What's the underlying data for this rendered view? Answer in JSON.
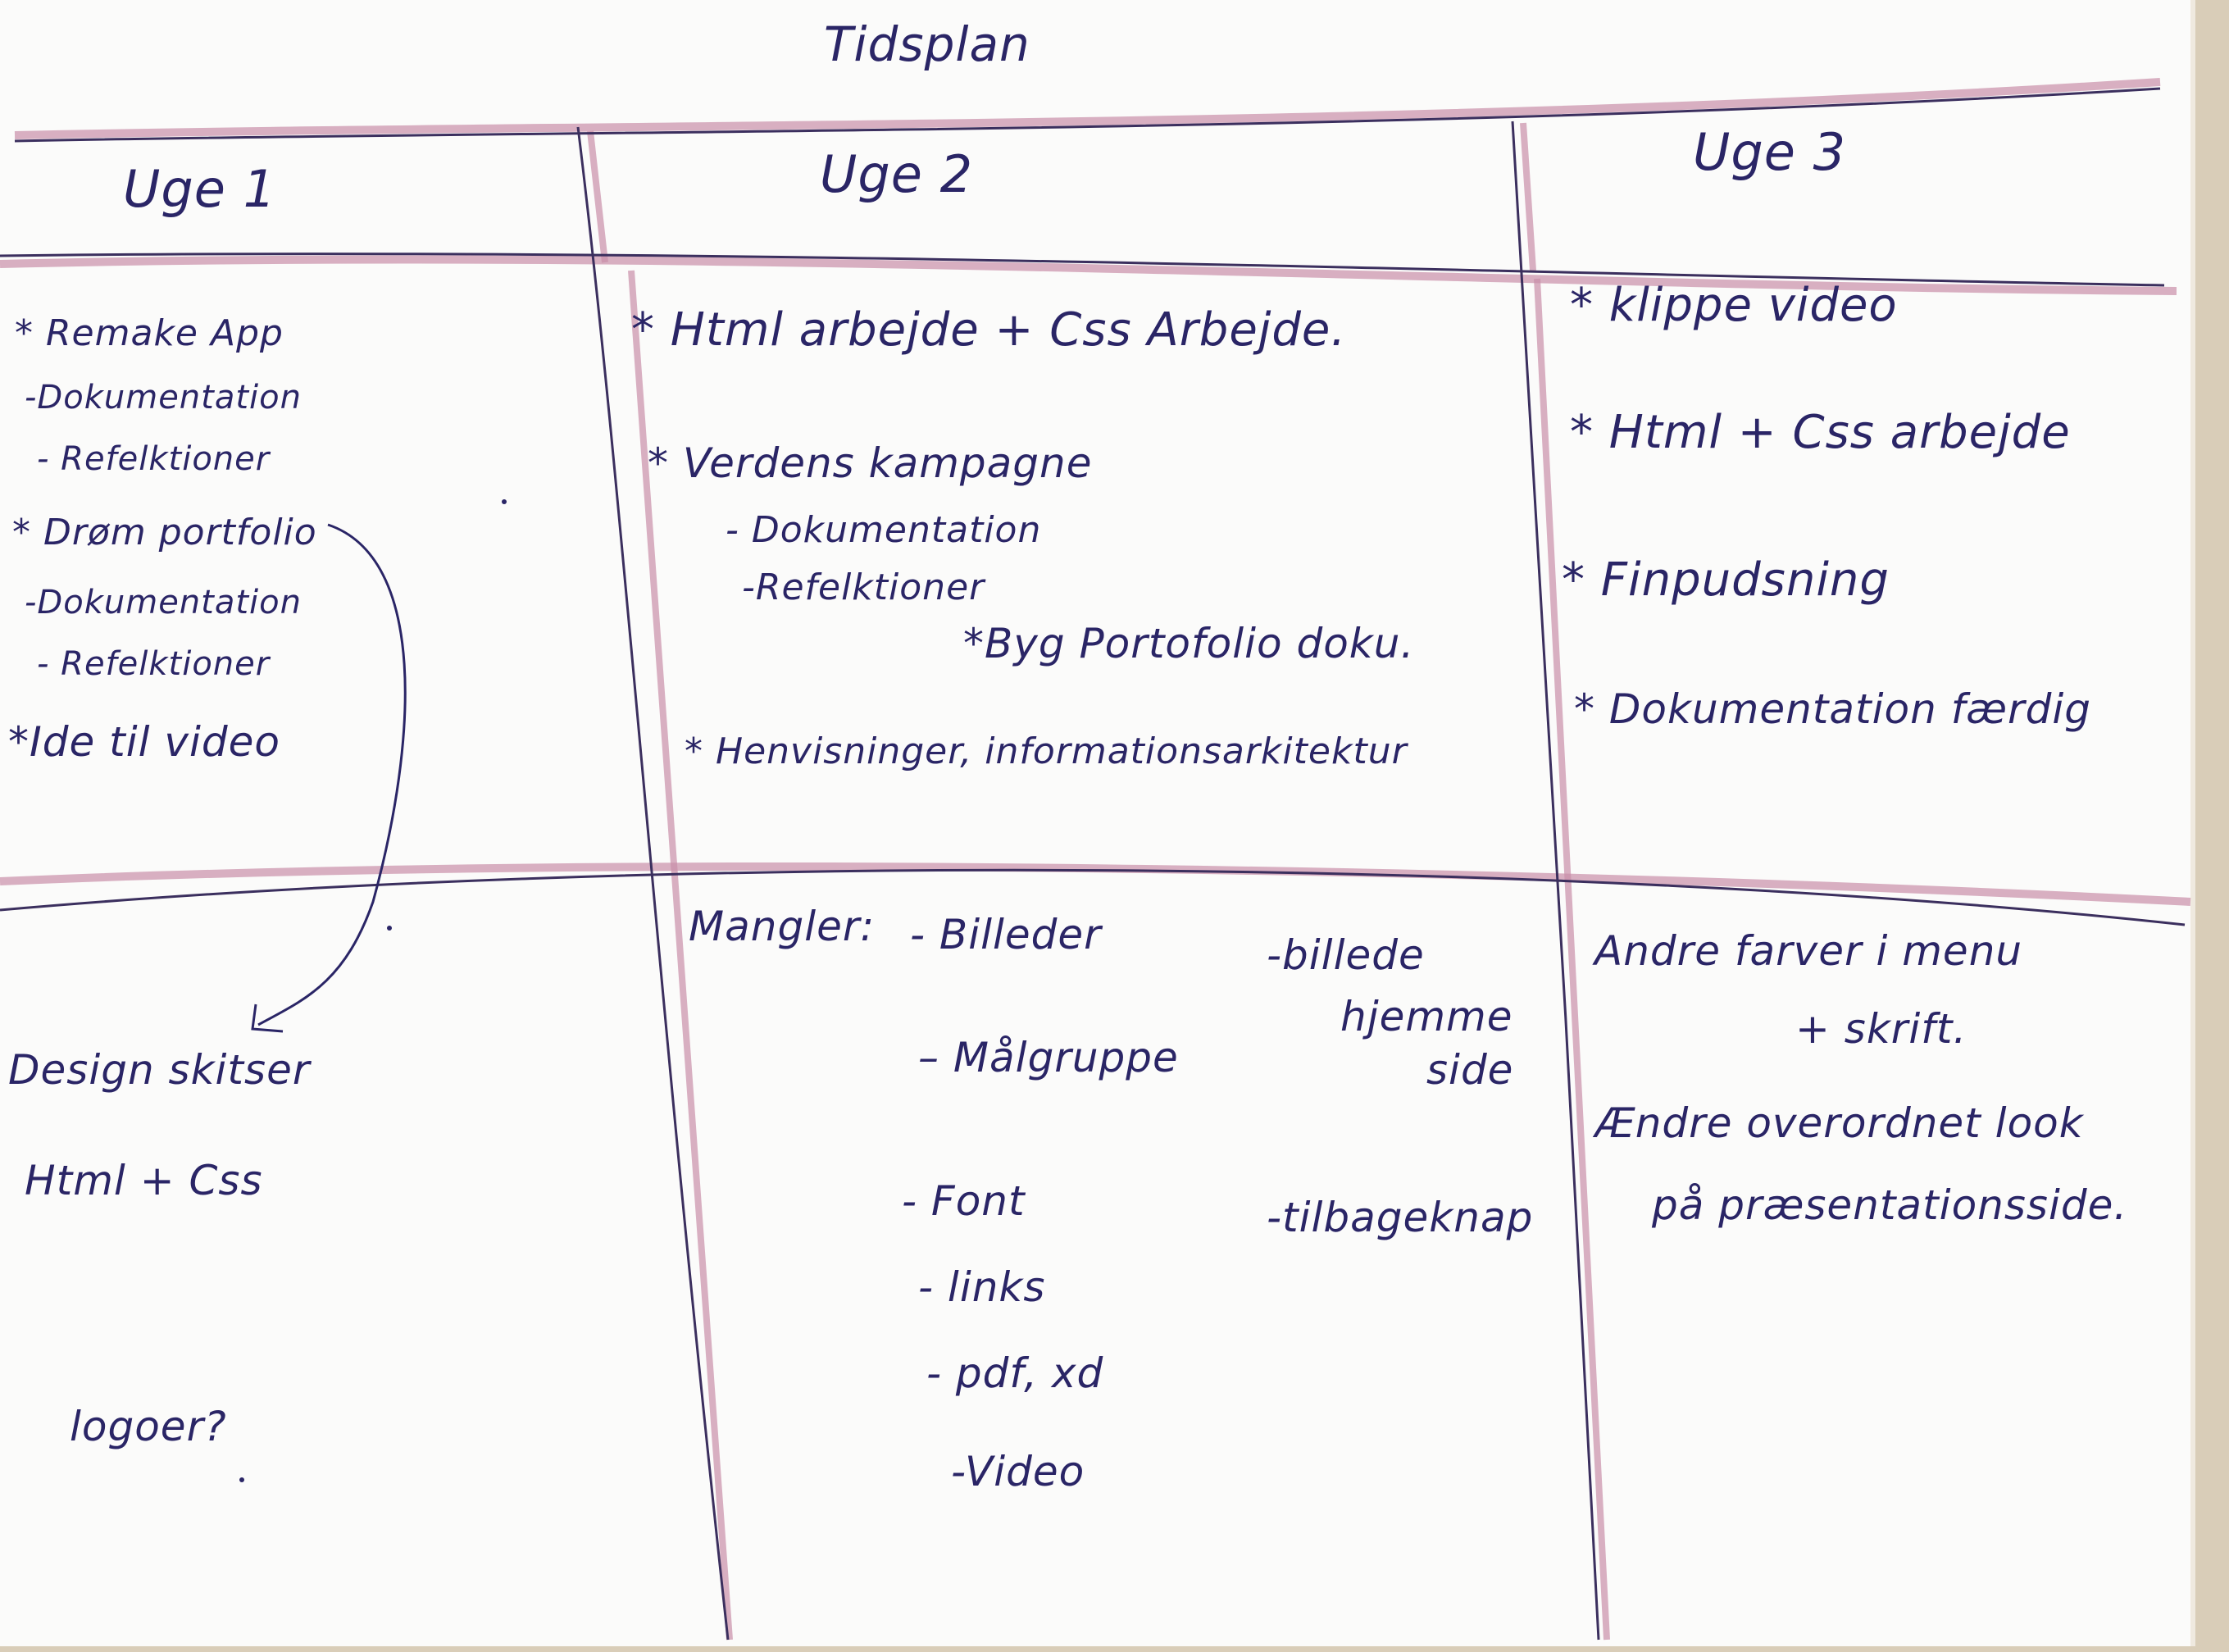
{
  "title": "Tidsplan",
  "columns": [
    {
      "heading": "Uge 1",
      "top": [
        "* Remake App",
        "-Dokumentation",
        "- Refelktioner",
        "* Drøm portfolio",
        "-Dokumentation",
        "- Refelktioner",
        "*Ide til video"
      ],
      "bottom": {
        "design": "Design skitser",
        "html": "Html + Css",
        "logoer": "logoer?"
      }
    },
    {
      "heading": "Uge 2",
      "top": [
        "* Html arbejde + Css Arbejde.",
        "* Verdens kampagne",
        "- Dokumentation",
        "-Refelktioner",
        "*Byg Portofolio doku.",
        "* Henvisninger, informationsarkitektur"
      ],
      "bottom": {
        "label": "Mangler:",
        "left_items": [
          "- Billeder",
          "– Målgruppe",
          "- Font",
          "- links",
          "- pdf, xd",
          "-Video"
        ],
        "right_items": [
          "-billede",
          "hjemme",
          "side",
          "-tilbageknap"
        ]
      }
    },
    {
      "heading": "Uge 3",
      "top": [
        "* klippe video",
        "* Html + Css arbejde",
        "* Finpudsning",
        "* Dokumentation færdig"
      ],
      "bottom": [
        "Andre farver i menu",
        "+ skrift.",
        "Ændre overordnet look",
        "på præsentationsside."
      ]
    }
  ],
  "colors": {
    "ink": "#2a2566",
    "grid_line_pink": "#c98fa8",
    "grid_line_dark": "#3b2f5e",
    "paper": "#fbfbfa",
    "table": "#d9cdb8"
  }
}
